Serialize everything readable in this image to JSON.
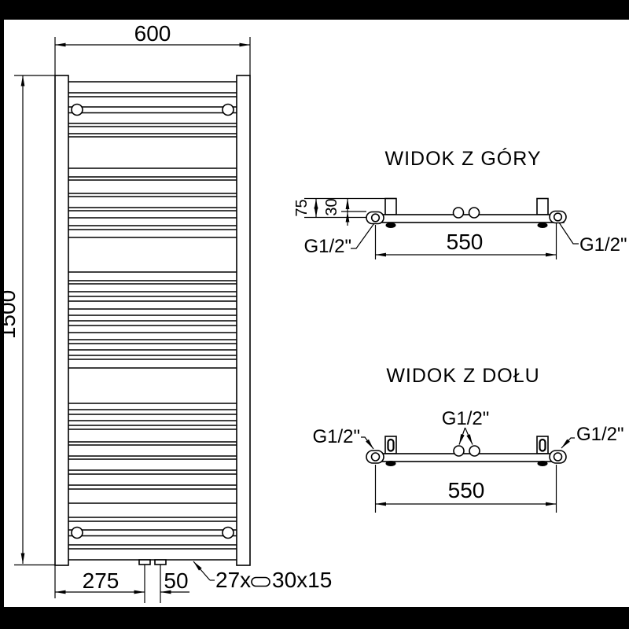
{
  "drawing": {
    "background": "#ffffff",
    "line_color": "#000000",
    "front_view": {
      "width_label": "600",
      "height_label": "1500",
      "left_offset_label": "275",
      "pipe_spacing_label": "50",
      "tube_count_label": "27x",
      "tube_profile_label": "30x15",
      "rung_line_ys": [
        104,
        118,
        123,
        157,
        161,
        170,
        174,
        214,
        225,
        229,
        246,
        250,
        264,
        268,
        277,
        287,
        292,
        302,
        346,
        357,
        361,
        371,
        377,
        383,
        393,
        401,
        408,
        414,
        423,
        432,
        437,
        445,
        452,
        457,
        468,
        513,
        521,
        527,
        535,
        541,
        546,
        562,
        566,
        580,
        584,
        598,
        603,
        617,
        622,
        640,
        658,
        663,
        693,
        698,
        712
      ]
    },
    "top_view": {
      "title": "WIDOK Z GÓRY",
      "depth_label": "75",
      "offset_label": "30",
      "connection_spacing_label": "550",
      "left_connection_label": "G1/2\"",
      "right_connection_label": "G1/2\""
    },
    "bottom_view": {
      "title": "WIDOK Z DOŁU",
      "connection_spacing_label": "550",
      "left_connection_label": "G1/2\"",
      "center_connection_label": "G1/2\"",
      "right_connection_label": "G1/2\""
    }
  }
}
